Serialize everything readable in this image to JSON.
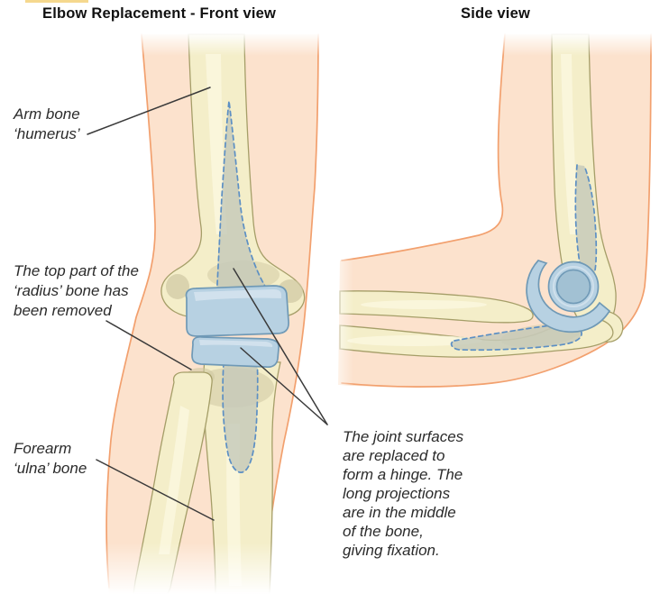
{
  "titles": {
    "front_view": "Elbow Replacement - Front view",
    "side_view": "Side view"
  },
  "annotations": {
    "arm_bone": "Arm bone\n‘humerus’",
    "radius_removed": "The top part of the\n‘radius’ bone has\nbeen removed",
    "forearm_ulna": "Forearm\n‘ulna’ bone",
    "joint_surfaces": "The joint surfaces\nare replaced to\nform a hinge. The\nlong projections\nare in the middle\nof the bone,\ngiving fixation."
  },
  "colors": {
    "skin": "#fce2cd",
    "skin_outline": "#f2a06e",
    "bone": "#f4eec9",
    "bone_highlight": "#fbf7e0",
    "bone_outline": "#a59e68",
    "bone_shadow": "#cfc8a2",
    "implant_fill": "#b7d1e2",
    "implant_inner": "#a2c1d3",
    "implant_outline": "#6f99b6",
    "implant_stem_gray": "#c6c9ba",
    "dashed_stem": "#5c8fc4",
    "leader_line": "#3a3a3a",
    "text": "#2b2b2b",
    "title_text": "#111111",
    "top_strip": "#f5d88e"
  }
}
